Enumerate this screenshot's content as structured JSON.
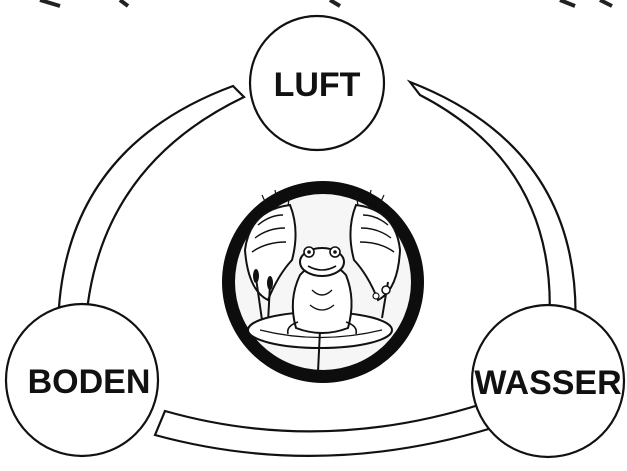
{
  "diagram": {
    "nodes": [
      {
        "id": "luft",
        "label": "LUFT"
      },
      {
        "id": "boden",
        "label": "BODEN"
      },
      {
        "id": "wasser",
        "label": "WASSER"
      }
    ],
    "connections": [
      {
        "from": "luft",
        "to": "boden"
      },
      {
        "from": "luft",
        "to": "wasser"
      },
      {
        "from": "boden",
        "to": "wasser"
      }
    ],
    "center_emblem": {
      "icon": "frog-in-hands-icon"
    }
  },
  "colors": {
    "ink": "#111111",
    "background": "#ffffff"
  }
}
